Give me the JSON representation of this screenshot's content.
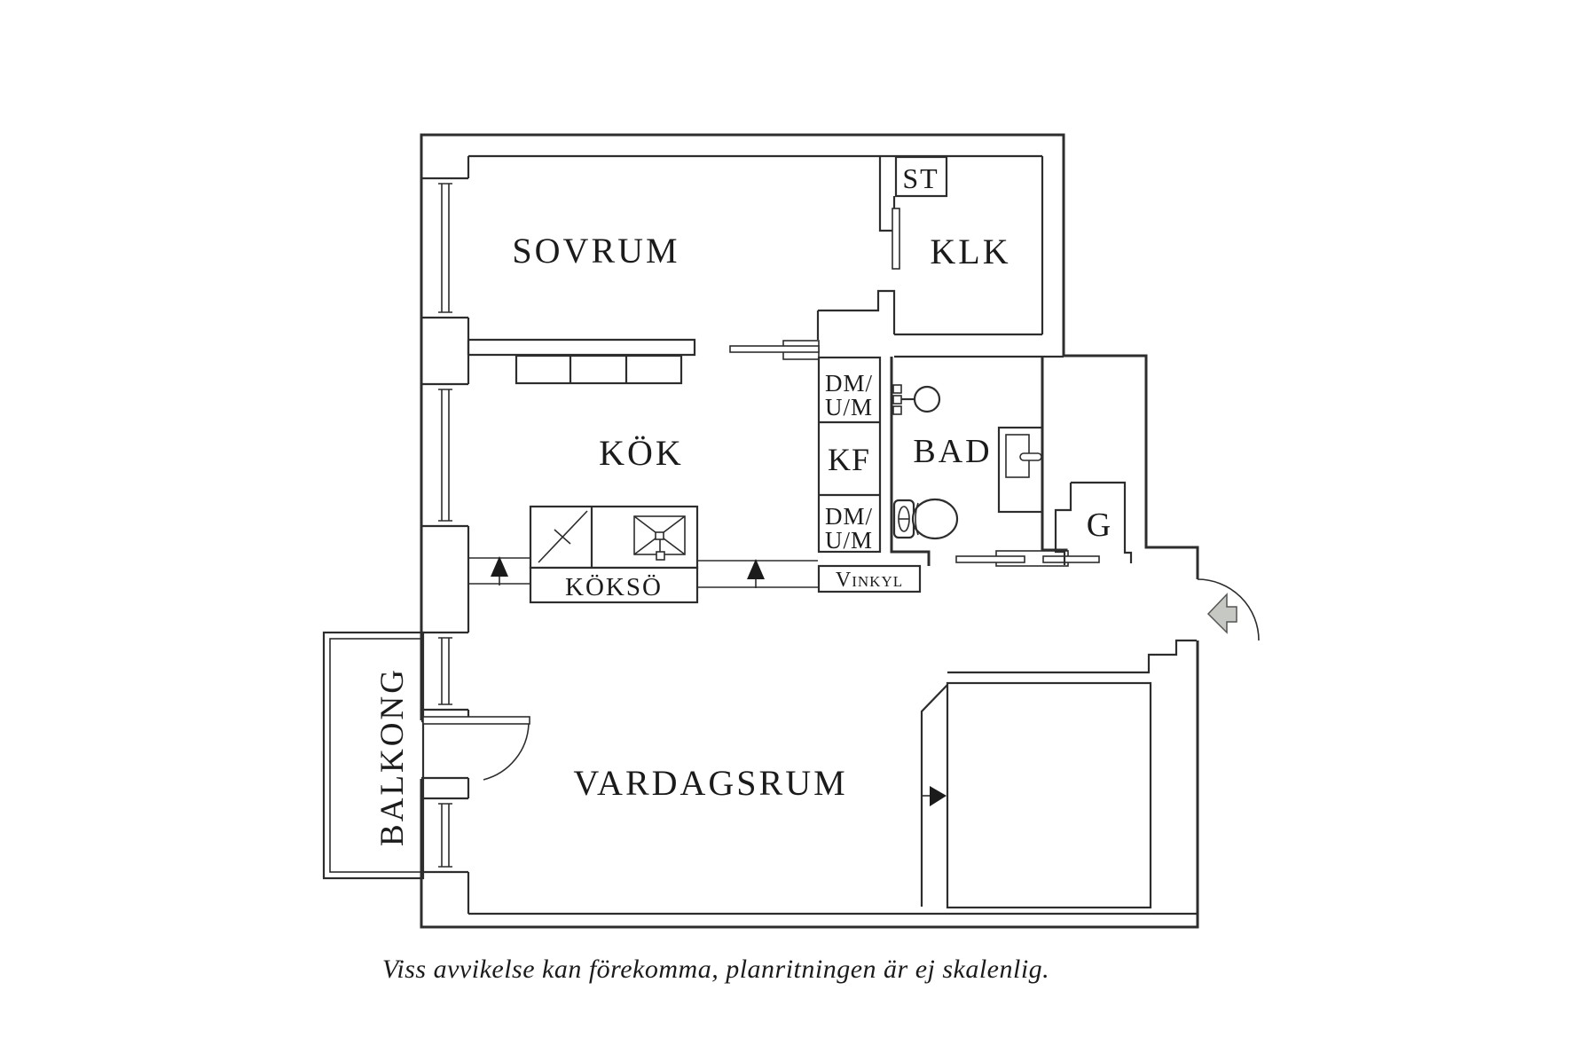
{
  "plan": {
    "line_color": "#2d2d2d",
    "entry_arrow_color": "#c6c9c3",
    "rooms": {
      "sovrum": "SOVRUM",
      "klk": "KLK",
      "st": "ST",
      "kok": "KÖK",
      "bad": "BAD",
      "garderob": "G",
      "vardagsrum": "VARDAGSRUM",
      "balkong": "BALKONG"
    },
    "fixtures": {
      "dm_um_top": {
        "line1": "DM/",
        "line2": "U/M"
      },
      "kf": "KF",
      "dm_um_bottom": {
        "line1": "DM/",
        "line2": "U/M"
      },
      "vinkyl": "Vinkyl",
      "kokso": "KÖKSÖ"
    }
  },
  "caption": "Viss avvikelse kan förekomma, planritningen är ej skalenlig."
}
